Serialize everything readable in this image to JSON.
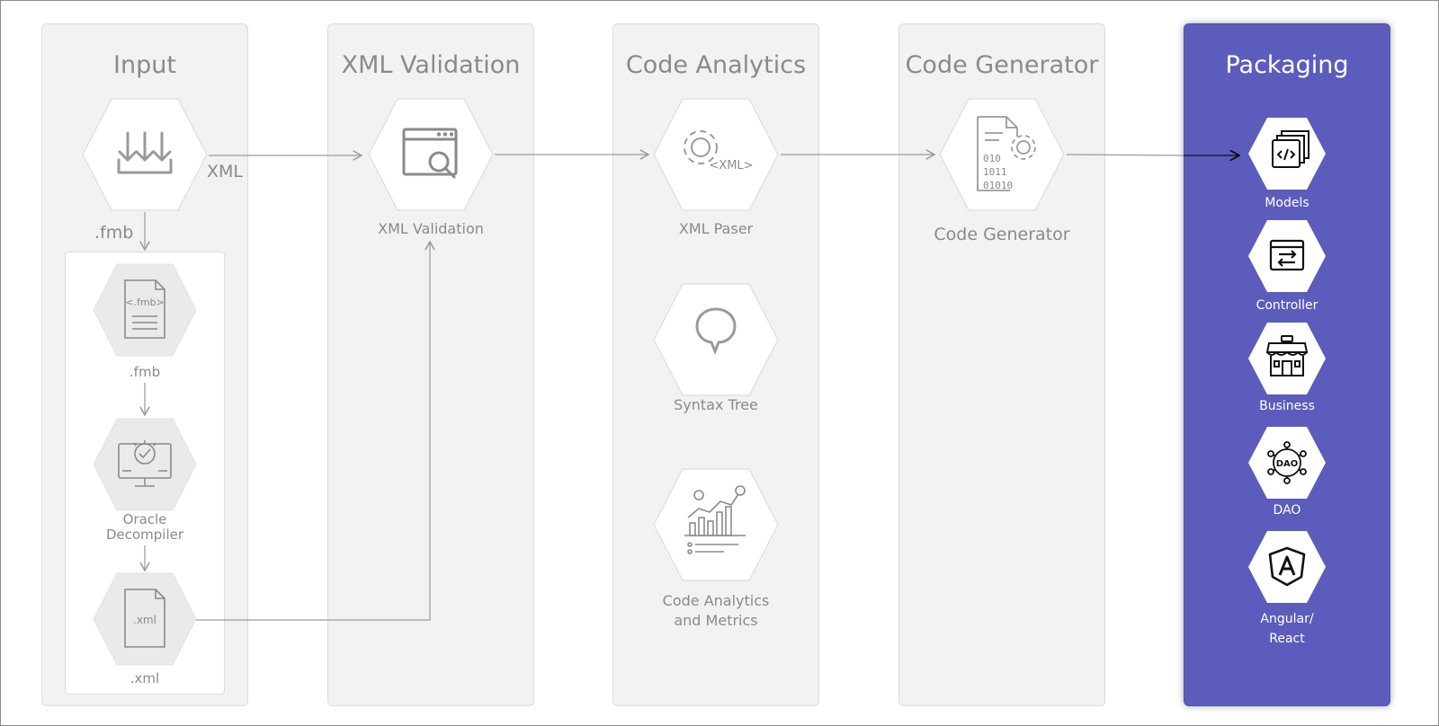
{
  "columns": {
    "input": {
      "title": "Input"
    },
    "xml_validation": {
      "title": "XML Validation"
    },
    "code_analytics": {
      "title": "Code Analytics"
    },
    "code_generator": {
      "title": "Code Generator"
    },
    "packaging": {
      "title": "Packaging"
    }
  },
  "edges": {
    "xml": "XML",
    "fmb": ".fmb"
  },
  "input_steps": {
    "fmb": ".fmb",
    "decompiler": "Oracle\nDecompiler",
    "xml": ".xml",
    "fmb_icon_text": "<.fmb>",
    "xml_icon_text": ".xml"
  },
  "validation": {
    "label": "XML Validation"
  },
  "analytics": {
    "parser": "XML Paser",
    "parser_icon_text": "<XML>",
    "syntax": "Syntax Tree",
    "metrics": "Code Analytics\nand Metrics"
  },
  "generator": {
    "label": "Code Generator",
    "binary": [
      "010",
      "1011",
      "01010"
    ]
  },
  "packaging_items": [
    "Models",
    "Controller",
    "Business",
    "DAO",
    "Angular/\nReact"
  ],
  "dao_icon_text": "DAO",
  "colors": {
    "panel": "#f2f2f2",
    "packaging": "#5c5cbc",
    "muted": "#8a8a8a"
  }
}
